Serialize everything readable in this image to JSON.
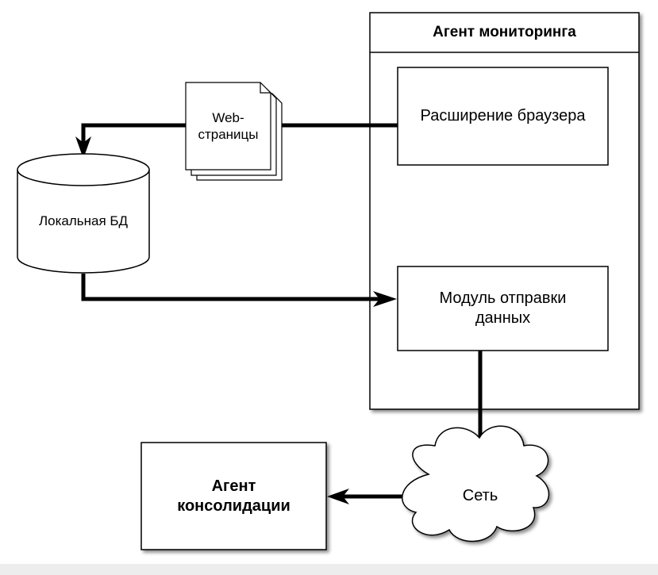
{
  "monitoring_agent": {
    "title": "Агент мониторинга"
  },
  "browser_extension": {
    "label": "Расширение браузера"
  },
  "send_module": {
    "label": "Модуль отправки\nданных"
  },
  "web_pages": {
    "label": "Web-\nстраницы"
  },
  "local_db": {
    "label": "Локальная БД"
  },
  "network": {
    "label": "Сеть"
  },
  "consolidation_agent": {
    "label": "Агент\nконсолидации"
  },
  "colors": {
    "stroke": "#000000",
    "fill": "#ffffff",
    "shadow": "#9a9a9a",
    "bottom_bar": "#ededed"
  }
}
